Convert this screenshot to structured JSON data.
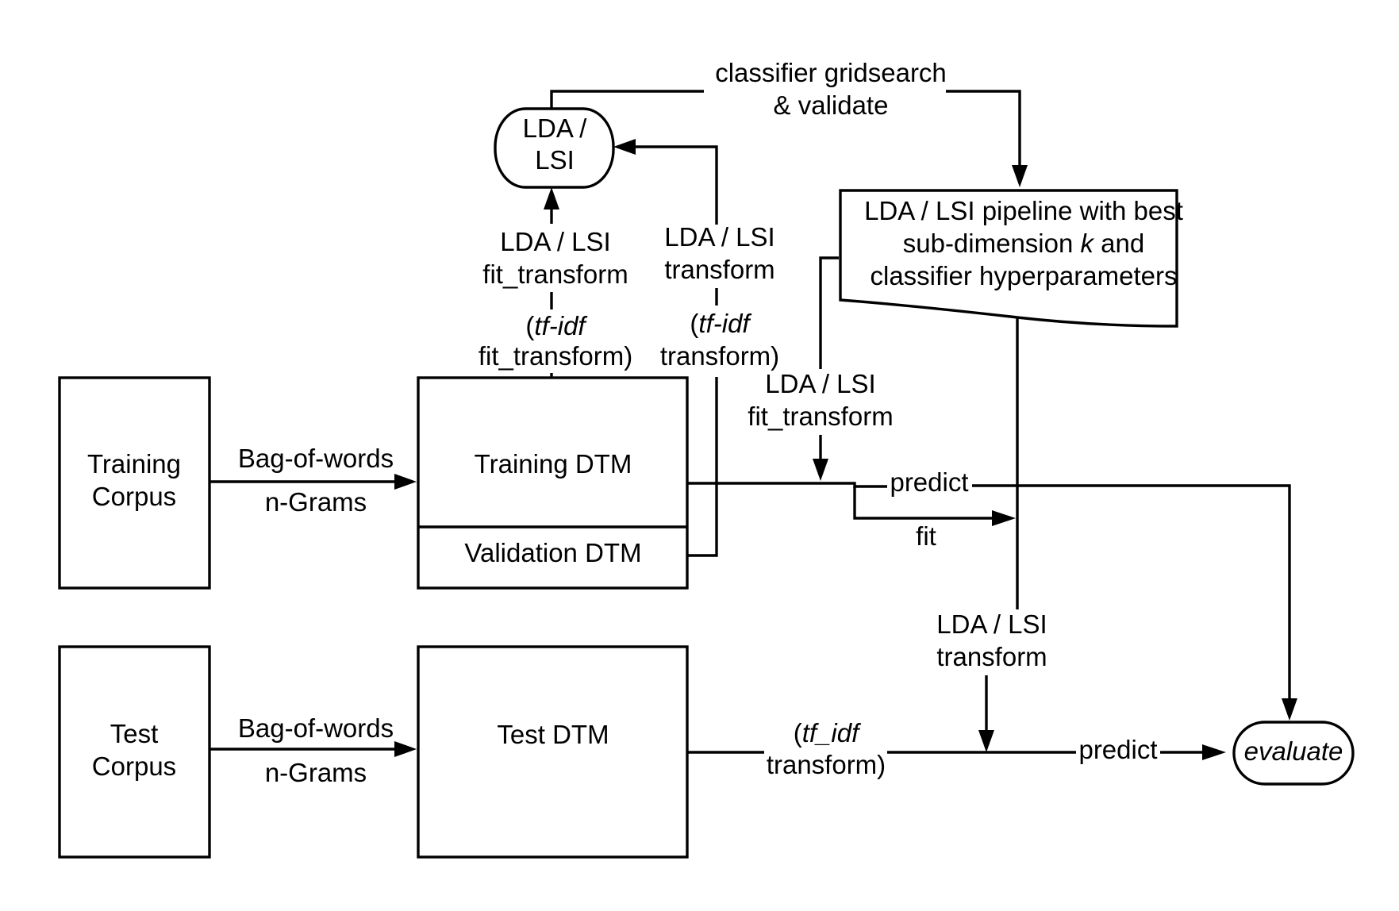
{
  "nodes": {
    "training_corpus": [
      "Training",
      "Corpus"
    ],
    "test_corpus": [
      "Test",
      "Corpus"
    ],
    "training_dtm": "Training DTM",
    "validation_dtm": "Validation DTM",
    "test_dtm": "Test DTM",
    "lda_lsi": [
      "LDA /",
      "LSI"
    ],
    "best_pipeline": {
      "line1": "LDA / LSI pipeline with best",
      "line2_a": "sub-dimension ",
      "line2_k": "k",
      "line2_b": " and",
      "line3": "classifier hyperparameters"
    },
    "evaluate": "evaluate"
  },
  "edges": {
    "gridsearch": [
      "classifier gridsearch",
      "& validate"
    ],
    "train_bow": [
      "Bag-of-words",
      "n-Grams"
    ],
    "test_bow": [
      "Bag-of-words",
      "n-Grams"
    ],
    "train_fit": {
      "line1": "LDA / LSI",
      "line2": "fit_transform",
      "line3_a": "(",
      "line3_b": "tf-idf",
      "line4": "fit_transform)"
    },
    "valid_transform": {
      "line1": "LDA / LSI",
      "line2": "transform",
      "line3_a": "(",
      "line3_b": "tf-idf",
      "line4": "transform)"
    },
    "pipeline_fit": [
      "LDA / LSI",
      "fit_transform"
    ],
    "predict_top": "predict",
    "fit": "fit",
    "pipeline_transform": [
      "LDA / LSI",
      "transform"
    ],
    "test_tfidf": {
      "line1_a": "(",
      "line1_b": "tf_idf",
      "line2": "transform)"
    },
    "predict_bottom": "predict"
  },
  "colors": {
    "line": "#000000",
    "fill": "#ffffff",
    "text": "#000000"
  }
}
